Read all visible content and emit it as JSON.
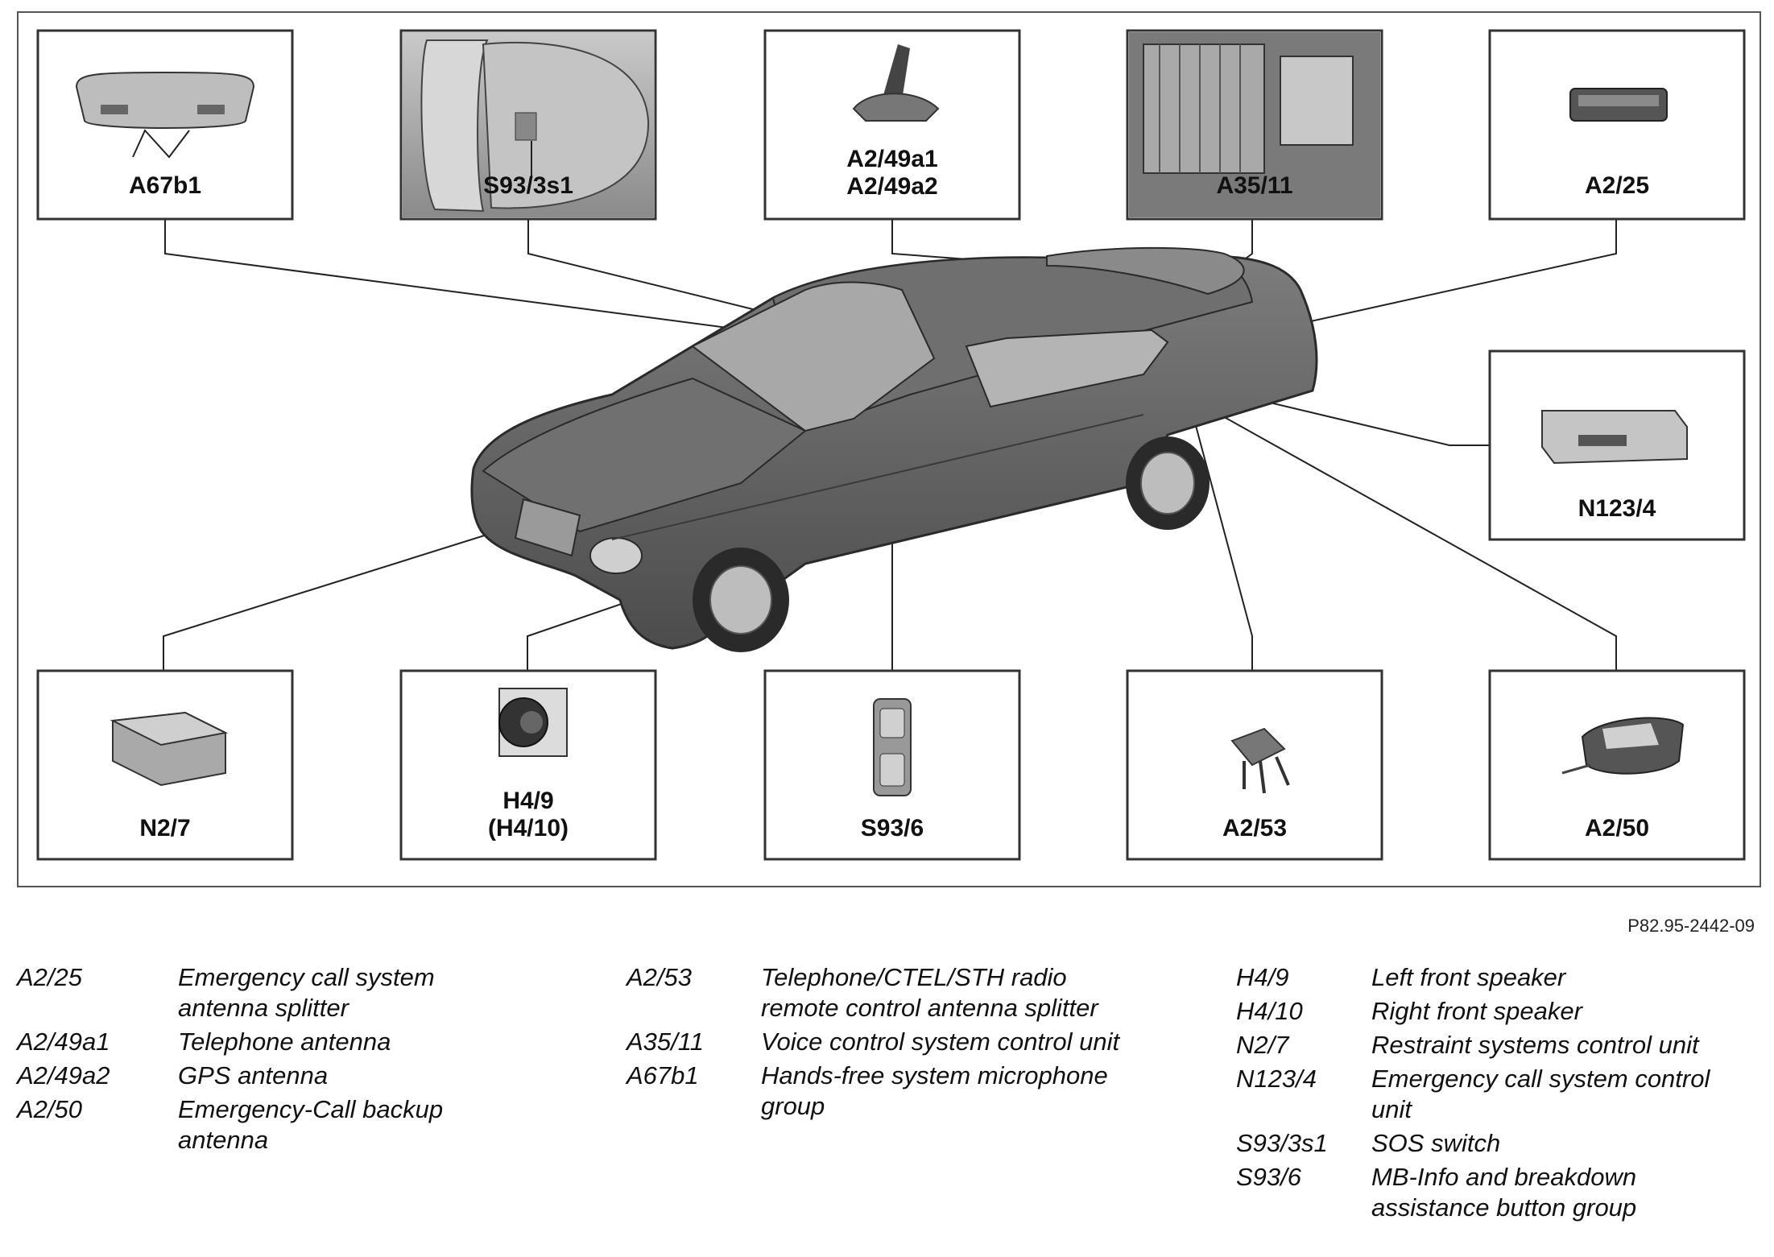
{
  "diagram": {
    "document_code": "P82.95-2442-09",
    "component_labels": {
      "a67b1": [
        "A67b1"
      ],
      "s93_3s1": [
        "S93/3s1"
      ],
      "a2_49": [
        "A2/49a1",
        "A2/49a2"
      ],
      "a35_11": [
        "A35/11"
      ],
      "a2_25": [
        "A2/25"
      ],
      "n123_4": [
        "N123/4"
      ],
      "n2_7": [
        "N2/7"
      ],
      "h4_9": [
        "H4/9",
        "(H4/10)"
      ],
      "s93_6": [
        "S93/6"
      ],
      "a2_53": [
        "A2/53"
      ],
      "a2_50": [
        "A2/50"
      ]
    }
  },
  "legend": {
    "col1": [
      {
        "code": "A2/25",
        "desc": [
          "Emergency call system",
          "antenna splitter"
        ]
      },
      {
        "code": "A2/49a1",
        "desc": [
          "Telephone antenna"
        ]
      },
      {
        "code": "A2/49a2",
        "desc": [
          "GPS antenna"
        ]
      },
      {
        "code": "A2/50",
        "desc": [
          "Emergency-Call backup",
          "antenna"
        ]
      }
    ],
    "col2": [
      {
        "code": "A2/53",
        "desc": [
          "Telephone/CTEL/STH radio",
          "remote control antenna splitter"
        ]
      },
      {
        "code": "A35/11",
        "desc": [
          "Voice control system control unit"
        ]
      },
      {
        "code": "A67b1",
        "desc": [
          "Hands-free system microphone",
          "group"
        ]
      }
    ],
    "col3": [
      {
        "code": "H4/9",
        "desc": [
          "Left front speaker"
        ]
      },
      {
        "code": "H4/10",
        "desc": [
          "Right front speaker"
        ]
      },
      {
        "code": "N2/7",
        "desc": [
          "Restraint systems control unit"
        ]
      },
      {
        "code": "N123/4",
        "desc": [
          "Emergency call system control",
          "unit"
        ]
      },
      {
        "code": "S93/3s1",
        "desc": [
          "SOS switch"
        ]
      },
      {
        "code": "S93/6",
        "desc": [
          "MB-Info and breakdown",
          "assistance button group"
        ]
      }
    ]
  }
}
